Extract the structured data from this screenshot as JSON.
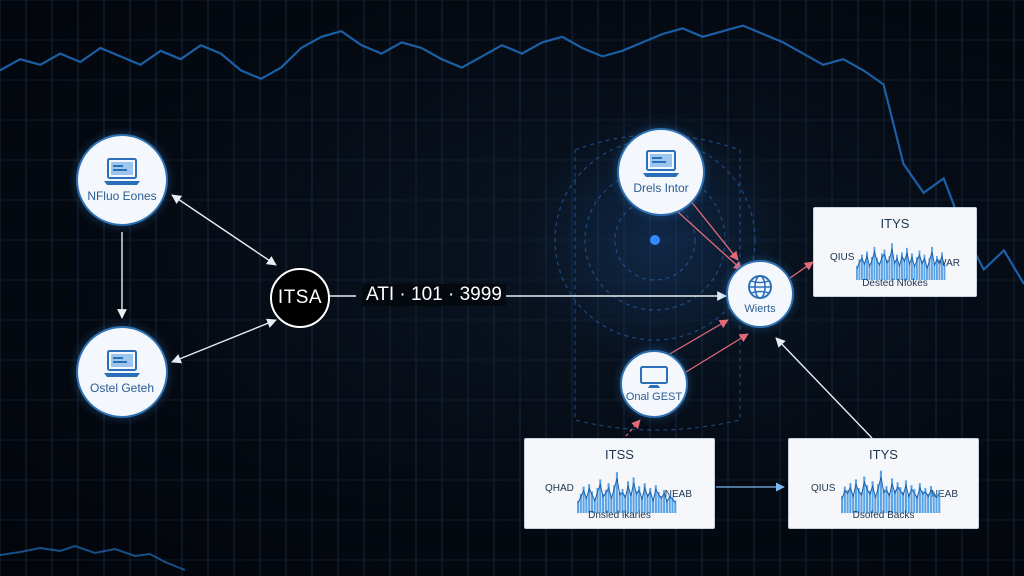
{
  "colors": {
    "accent": "#2d6fb0",
    "grid": "#15263a",
    "line": "#1f6fbf",
    "arrow_white": "#e8edf3",
    "arrow_red": "#e46a78"
  },
  "nodes": {
    "top_left": {
      "label": "NFluo Eones",
      "icon": "laptop-icon"
    },
    "bottom_left": {
      "label": "Ostel Geteh",
      "icon": "laptop-icon"
    },
    "top_mid": {
      "label": "Drels Intor",
      "icon": "laptop-icon"
    },
    "mid_lower": {
      "label": "Onal GEST",
      "icon": "monitor-icon"
    },
    "right_hub": {
      "label": "Wierts",
      "icon": "globe-icon"
    }
  },
  "hub": {
    "label": "ITSA"
  },
  "edge_label": "ATI · 101 · 3999",
  "panels": {
    "top_right": {
      "title": "ITYS",
      "left_label": "QIUS",
      "right_label": "WAR",
      "footer": "Dested Nfokes",
      "bars": [
        0.3,
        0.45,
        0.55,
        0.4,
        0.62,
        0.35,
        0.5,
        0.72,
        0.48,
        0.38,
        0.58,
        0.66,
        0.44,
        0.52,
        0.8,
        0.42,
        0.55,
        0.36,
        0.6,
        0.47,
        0.7,
        0.4,
        0.58,
        0.34,
        0.5,
        0.64,
        0.42,
        0.55,
        0.3,
        0.48,
        0.72,
        0.38,
        0.52,
        0.44,
        0.6,
        0.35
      ]
    },
    "bottom_mid": {
      "title": "ITSS",
      "left_label": "QHAD",
      "right_label": "NEAB",
      "footer": "Dnsled lkaries",
      "bars": [
        0.25,
        0.4,
        0.55,
        0.35,
        0.6,
        0.45,
        0.3,
        0.52,
        0.7,
        0.4,
        0.48,
        0.62,
        0.36,
        0.58,
        0.85,
        0.44,
        0.5,
        0.38,
        0.66,
        0.42,
        0.74,
        0.46,
        0.56,
        0.34,
        0.62,
        0.4,
        0.52,
        0.3,
        0.58,
        0.44,
        0.36,
        0.48,
        0.28,
        0.4,
        0.33,
        0.26
      ]
    },
    "bottom_right": {
      "title": "ITYS",
      "left_label": "QIUS",
      "right_label": "NEAB",
      "footer": "Dsofed Backs",
      "bars": [
        0.35,
        0.55,
        0.48,
        0.62,
        0.4,
        0.7,
        0.52,
        0.44,
        0.76,
        0.58,
        0.46,
        0.66,
        0.38,
        0.6,
        0.88,
        0.5,
        0.56,
        0.42,
        0.72,
        0.48,
        0.64,
        0.54,
        0.44,
        0.68,
        0.4,
        0.58,
        0.5,
        0.36,
        0.62,
        0.46,
        0.52,
        0.4,
        0.56,
        0.44,
        0.38,
        0.48
      ]
    }
  },
  "background_line": [
    0.18,
    0.14,
    0.16,
    0.12,
    0.15,
    0.1,
    0.13,
    0.16,
    0.11,
    0.14,
    0.09,
    0.12,
    0.18,
    0.21,
    0.17,
    0.1,
    0.06,
    0.04,
    0.09,
    0.12,
    0.08,
    0.1,
    0.14,
    0.17,
    0.13,
    0.09,
    0.12,
    0.08,
    0.06,
    0.1,
    0.13,
    0.11,
    0.08,
    0.05,
    0.03,
    0.06,
    0.04,
    0.02,
    0.05,
    0.08,
    0.12,
    0.16,
    0.14,
    0.18,
    0.23,
    0.3,
    0.36,
    0.33,
    0.44,
    0.52,
    0.48,
    0.55
  ]
}
